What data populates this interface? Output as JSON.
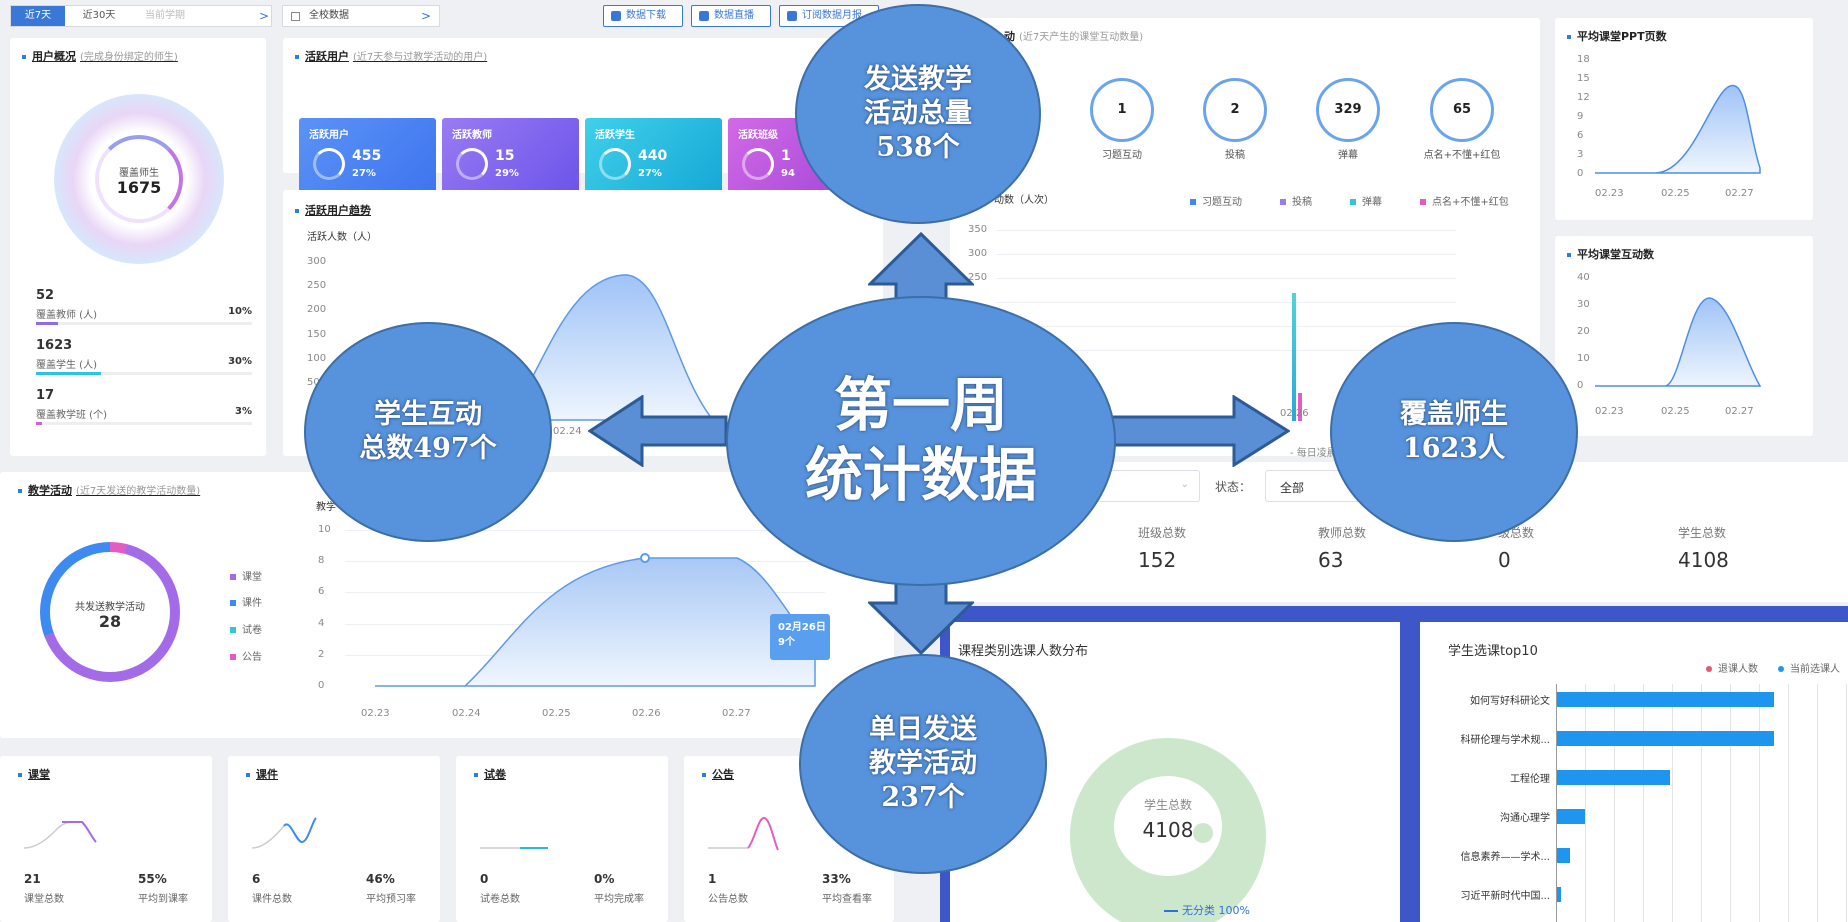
{
  "filters": {
    "tab_7d": "近7天",
    "tab_30d": "近30天",
    "term_placeholder": "当前学期",
    "scope": "全校数据",
    "buttons": [
      "数据下载",
      "数据直播",
      "订阅数据月报"
    ]
  },
  "user_overview": {
    "title": "用户概况",
    "subtitle": "(完成身份绑定的师生)",
    "center_label": "覆盖师生",
    "center_value": "1675",
    "rows": [
      {
        "value": "52",
        "label": "覆盖教师 (人)",
        "pct": "10%",
        "fraction": 0.1
      },
      {
        "value": "1623",
        "label": "覆盖学生 (人)",
        "pct": "30%",
        "fraction": 0.3
      },
      {
        "value": "17",
        "label": "覆盖教学班 (个)",
        "pct": "3%",
        "fraction": 0.03
      }
    ]
  },
  "active_users": {
    "title": "活跃用户",
    "subtitle": "(近7天参与过教学活动的用户)",
    "cards": [
      {
        "label": "活跃用户",
        "value": "455",
        "pct": "27%",
        "color": "#4d86f3"
      },
      {
        "label": "活跃教师",
        "value": "15",
        "pct": "29%",
        "color": "#7a67ee"
      },
      {
        "label": "活跃学生",
        "value": "440",
        "pct": "27%",
        "color": "#22b9e0"
      },
      {
        "label": "活跃班级",
        "value": "1",
        "pct": "94",
        "color": "#c45ede"
      }
    ]
  },
  "trend": {
    "title": "活跃用户趋势",
    "ylabel": "活跃人数（人）",
    "yticks": [
      "300",
      "250",
      "200",
      "150",
      "100",
      "50"
    ],
    "xtick": "02.24"
  },
  "interaction_panel": {
    "title_suffix": "动",
    "subtitle": "(近7天产生的课堂互动数量)",
    "rings": [
      {
        "value": "1",
        "label": "习题互动"
      },
      {
        "value": "2",
        "label": "投稿"
      },
      {
        "value": "329",
        "label": "弹幕"
      },
      {
        "value": "65",
        "label": "点名+不懂+红包"
      }
    ],
    "partial_label": "数",
    "chart_title": "动数（人次）",
    "legend": [
      "习题互动",
      "投稿",
      "弹幕",
      "点名+不懂+红包"
    ],
    "yticks": [
      "350",
      "300",
      "250"
    ],
    "xtick": "02.26",
    "footnote": "- 每日凌晨"
  },
  "ppt_chart": {
    "title": "平均课堂PPT页数",
    "yticks": [
      "18",
      "15",
      "12",
      "9",
      "6",
      "3",
      "0"
    ],
    "xticks": [
      "02.23",
      "02.25",
      "02.27"
    ]
  },
  "avg_interaction_chart": {
    "title": "平均课堂互动数",
    "yticks": [
      "40",
      "30",
      "20",
      "10",
      "0"
    ],
    "xticks": [
      "02.23",
      "02.25",
      "02.27"
    ]
  },
  "teaching": {
    "title": "教学活动",
    "subtitle": "(近7天发送的教学活动数量)",
    "donut_label": "共发送教学活动",
    "donut_value": "28",
    "legend": [
      "课堂",
      "课件",
      "试卷",
      "公告"
    ],
    "ylabel_partial": "教学",
    "yticks": [
      "10",
      "8",
      "6",
      "4",
      "2",
      "0"
    ],
    "xticks": [
      "02.23",
      "02.24",
      "02.25",
      "02.26",
      "02.27"
    ],
    "tooltip_date": "02月26日",
    "tooltip_value": "9个"
  },
  "mini_cards": [
    {
      "title": "课堂",
      "v1": "21",
      "l1": "课堂总数",
      "v2": "55%",
      "l2": "平均到课率",
      "color": "#a46be8"
    },
    {
      "title": "课件",
      "v1": "6",
      "l1": "课件总数",
      "v2": "46%",
      "l2": "平均预习率",
      "color": "#3d8af0"
    },
    {
      "title": "试卷",
      "v1": "0",
      "l1": "试卷总数",
      "v2": "0%",
      "l2": "平均完成率",
      "color": "#28b8d8"
    },
    {
      "title": "公告",
      "v1": "1",
      "l1": "公告总数",
      "v2": "33%",
      "l2": "平均查看率",
      "color": "#e25cc4"
    }
  ],
  "stats_bar": {
    "status_label": "状态：",
    "status_value": "全部",
    "items": [
      {
        "label": "班级总数",
        "value": "152"
      },
      {
        "label": "教师总数",
        "value": "63"
      },
      {
        "label": "级总数",
        "value": "0"
      },
      {
        "label": "学生总数",
        "value": "4108"
      }
    ]
  },
  "category_chart": {
    "title": "课程类别选课人数分布",
    "center_label": "学生总数",
    "center_value": "4108",
    "legend": "无分类 100%"
  },
  "top10": {
    "title": "学生选课top10",
    "legend": [
      "退课人数",
      "当前选课人"
    ],
    "colors": {
      "drop": "#e8556d",
      "current": "#1e96ef"
    },
    "courses": [
      {
        "name": "如何写好科研论文",
        "value": 1.0
      },
      {
        "name": "科研伦理与学术规...",
        "value": 1.0
      },
      {
        "name": "工程伦理",
        "value": 0.52
      },
      {
        "name": "沟通心理学",
        "value": 0.13
      },
      {
        "name": "信息素养——学术...",
        "value": 0.06
      },
      {
        "name": "习近平新时代中国...",
        "value": 0.02
      }
    ]
  },
  "overlay": {
    "center": [
      "第一周",
      "统计数据"
    ],
    "top": [
      "发送教学",
      "活动总量",
      "538个"
    ],
    "left": [
      "学生互动",
      "总数497个"
    ],
    "right": [
      "覆盖师生",
      "1623人"
    ],
    "bottom": [
      "单日发送",
      "教学活动",
      "237个"
    ]
  }
}
